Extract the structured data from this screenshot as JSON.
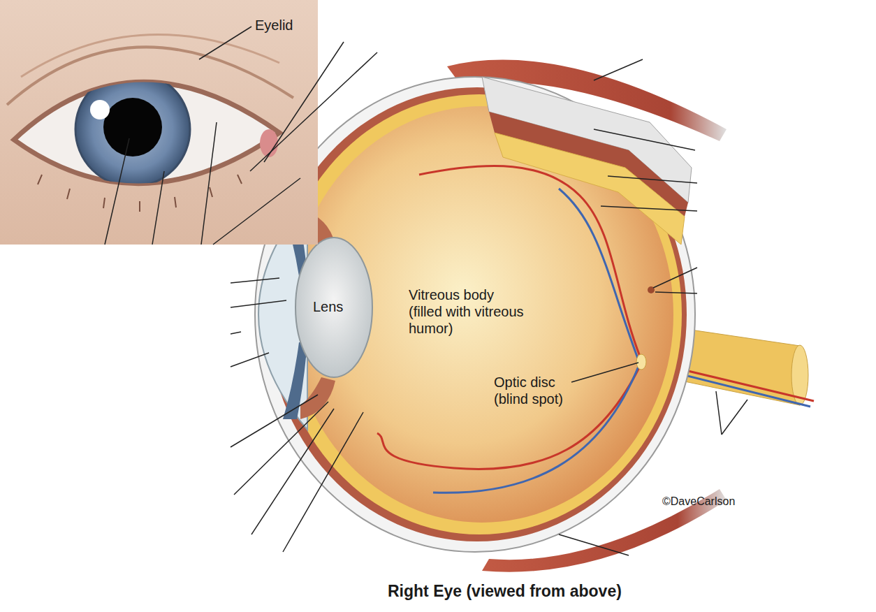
{
  "diagram": {
    "caption": "Right Eye (viewed from above)",
    "labels": [
      "Eyelid",
      "Lens",
      "Vitreous body (filled with vitreous humor)",
      "Optic disc (blind spot)",
      "©DaveCarlson"
    ]
  }
}
